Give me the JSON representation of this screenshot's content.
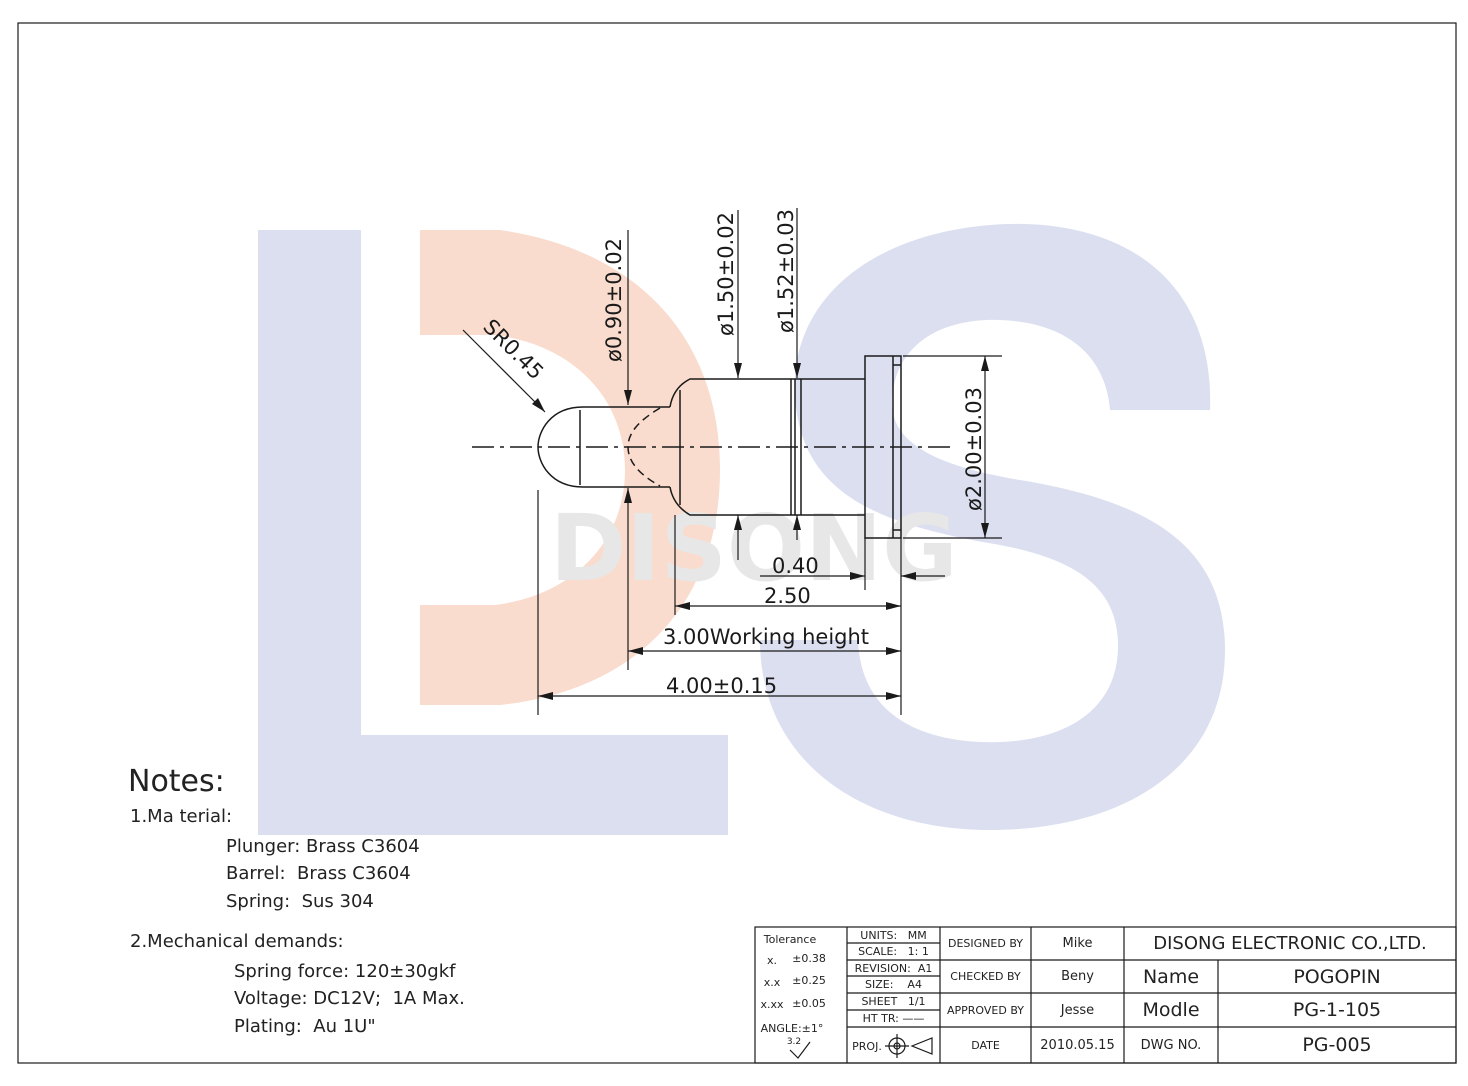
{
  "watermark": {
    "letters": "DS",
    "word": "DISONG",
    "blue": "#dcdff0",
    "peach": "#f9dccd"
  },
  "dimensions": {
    "sr": "SR0.45",
    "d090": "ø0.90±0.02",
    "d150": "ø1.50±0.02",
    "d152": "ø1.52±0.03",
    "d200": "ø2.00±0.03",
    "l040": "0.40",
    "l250": "2.50",
    "l300": "3.00Working height",
    "l400": "4.00±0.15"
  },
  "notes": {
    "title": "Notes:",
    "material_heading": "1.Ma terial:",
    "material": [
      "Plunger: Brass C3604",
      "Barrel:  Brass C3604",
      "Spring:  Sus 304"
    ],
    "mechanical_heading": "2.Mechanical demands:",
    "mechanical": [
      "Spring force: 120±30gkf",
      "Voltage: DC12V;  1A Max.",
      "Plating:  Au 1U\""
    ]
  },
  "title_block": {
    "tolerance_label": "Tolerance",
    "tol": [
      {
        "k": "x.",
        "v": "±0.38"
      },
      {
        "k": "x.x",
        "v": "±0.25"
      },
      {
        "k": "x.xx",
        "v": "±0.05"
      }
    ],
    "angle": "ANGLE:±1°",
    "roughness": "3.2",
    "units": "UNITS:   MM",
    "scale": "SCALE:   1: 1",
    "revision": "REVISION:  A1",
    "size": "SIZE:    A4",
    "sheet": "SHEET   1/1",
    "ht_tr": "HT TR: ——",
    "proj": "PROJ.",
    "designed_by_label": "DESIGNED BY",
    "designed_by": "Mike",
    "checked_by_label": "CHECKED BY",
    "checked_by": "Beny",
    "approved_by_label": "APPROVED BY",
    "approved_by": "Jesse",
    "date_label": "DATE",
    "date": "2010.05.15",
    "company": "DISONG ELECTRONIC CO.,LTD.",
    "name_label": "Name",
    "name": "POGOPIN",
    "model_label": "Modle",
    "model": "PG-1-105",
    "dwg_label": "DWG NO.",
    "dwg": "PG-005"
  }
}
